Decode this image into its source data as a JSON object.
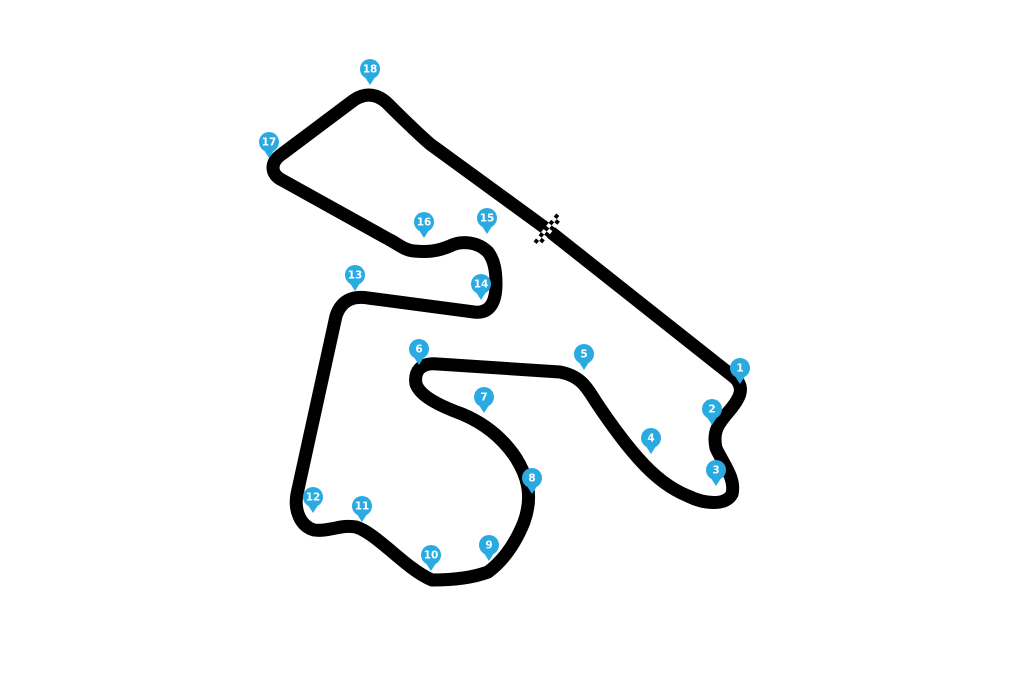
{
  "track": {
    "line_color": "#000000",
    "background_color": "#ffffff"
  },
  "markers": {
    "color": "#29abe2",
    "text_color": "#ffffff",
    "shape": "pin-marker",
    "items": [
      {
        "label": "1"
      },
      {
        "label": "2"
      },
      {
        "label": "3"
      },
      {
        "label": "4"
      },
      {
        "label": "5"
      },
      {
        "label": "6"
      },
      {
        "label": "7"
      },
      {
        "label": "8"
      },
      {
        "label": "9"
      },
      {
        "label": "10"
      },
      {
        "label": "11"
      },
      {
        "label": "12"
      },
      {
        "label": "13"
      },
      {
        "label": "14"
      },
      {
        "label": "15"
      },
      {
        "label": "16"
      },
      {
        "label": "17"
      },
      {
        "label": "18"
      }
    ]
  },
  "start_finish": {
    "icon": "checkered-flag-icon",
    "colors": [
      "#000000",
      "#ffffff"
    ]
  }
}
